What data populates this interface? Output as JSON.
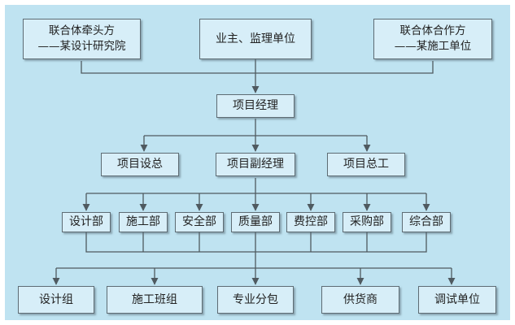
{
  "diagram": {
    "nodes": {
      "lead_partner": {
        "line1": "联合体牵头方",
        "line2": "——某设计研究院"
      },
      "owner_supervisor": {
        "label": "业主、监理单位"
      },
      "partner": {
        "line1": "联合体合作方",
        "line2": "——某施工单位"
      },
      "project_manager": {
        "label": "项目经理"
      },
      "design_director": {
        "label": "项目设总"
      },
      "deputy_manager": {
        "label": "项目副经理"
      },
      "chief_engineer": {
        "label": "项目总工"
      },
      "departments": [
        {
          "label": "设计部"
        },
        {
          "label": "施工部"
        },
        {
          "label": "安全部"
        },
        {
          "label": "质量部"
        },
        {
          "label": "费控部"
        },
        {
          "label": "采购部"
        },
        {
          "label": "综合部"
        }
      ],
      "teams": [
        {
          "label": "设计组"
        },
        {
          "label": "施工班组"
        },
        {
          "label": "专业分包"
        },
        {
          "label": "供货商"
        },
        {
          "label": "调试单位"
        }
      ]
    },
    "colors": {
      "background": "#bfe3f1",
      "box_fill": "#d7eef8",
      "line": "#4f5a60"
    }
  }
}
